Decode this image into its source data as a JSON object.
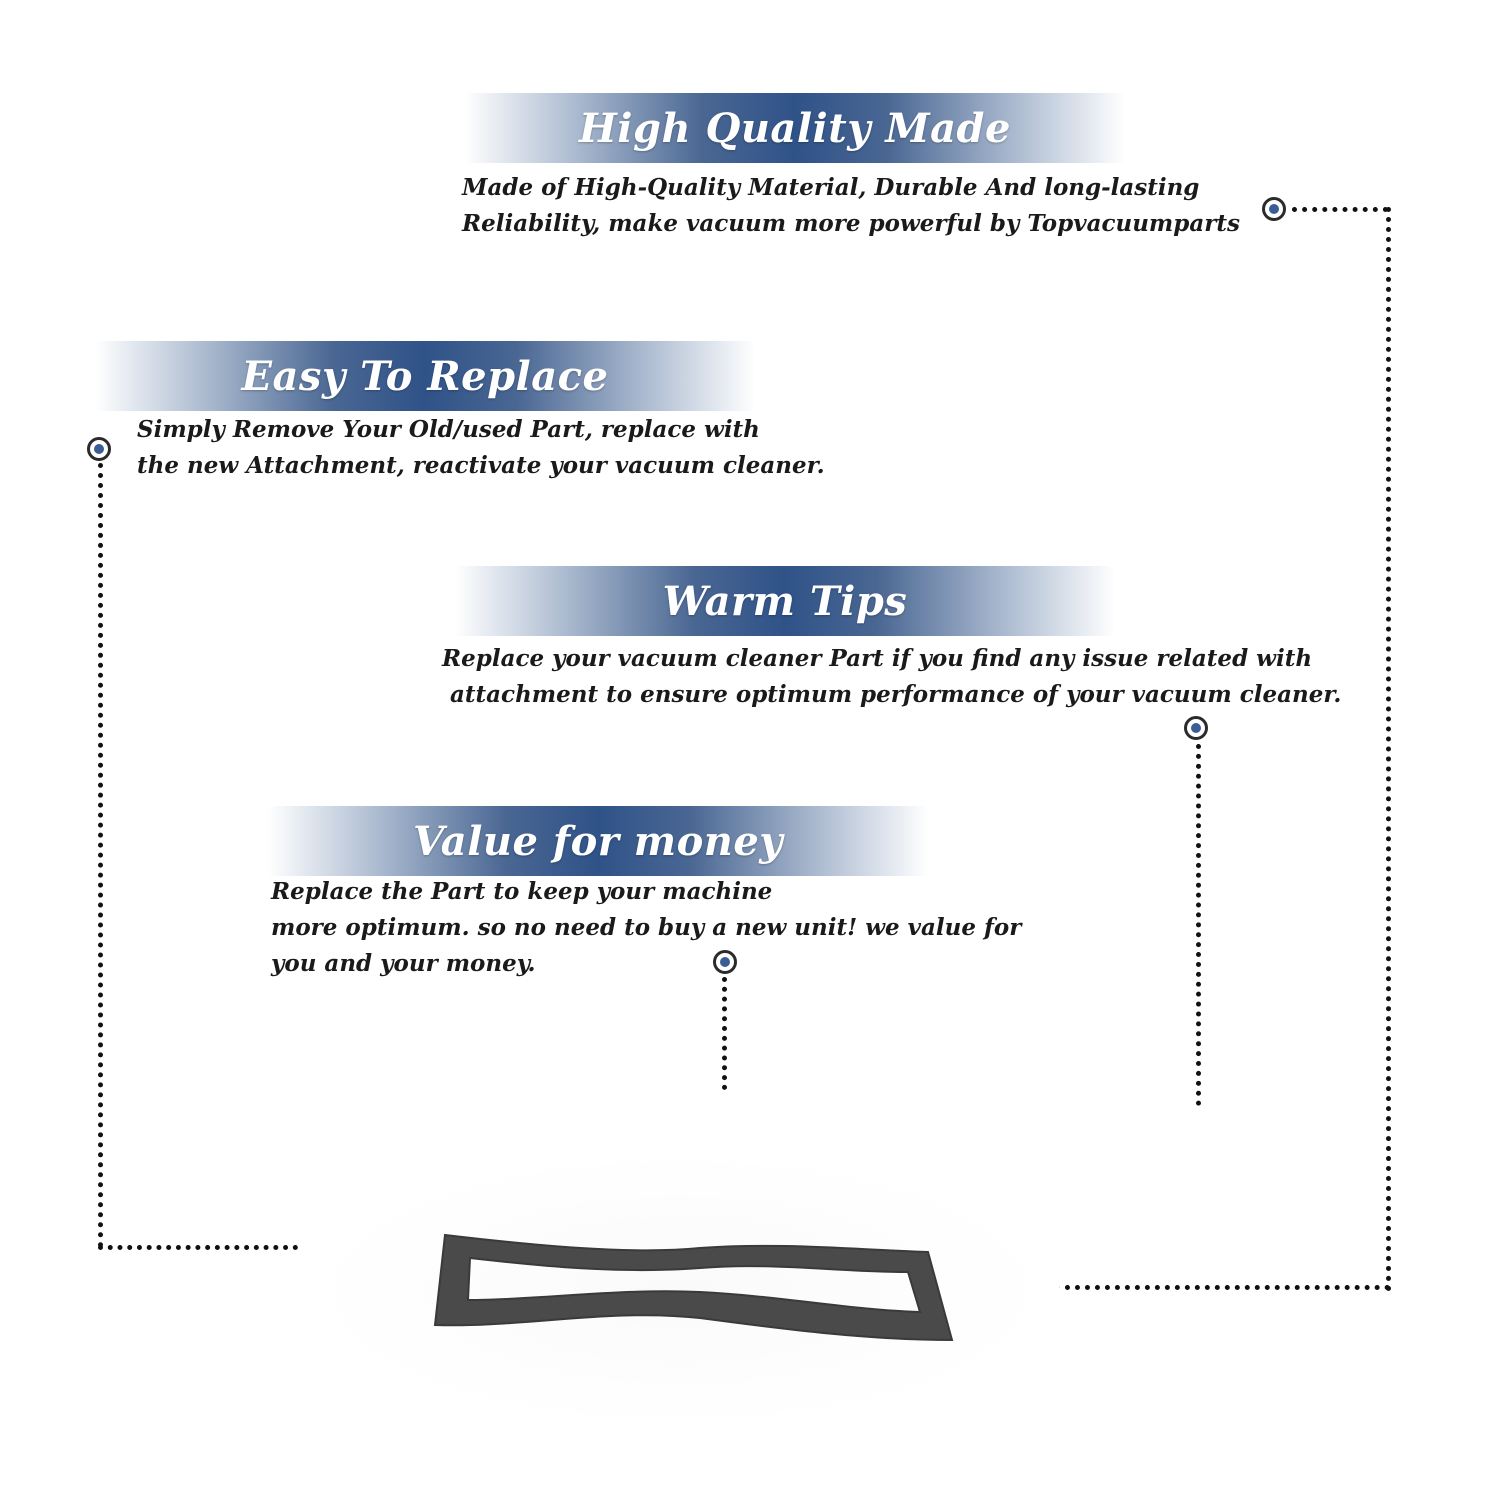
{
  "sections": [
    {
      "title": "High Quality Made",
      "lines": [
        "Made of  High-Quality Material, Durable And long-lasting",
        "Reliability, make vacuum more powerful by Topvacuumparts"
      ]
    },
    {
      "title": "Easy To Replace",
      "lines": [
        "Simply Remove Your Old/used Part, replace with",
        "the new Attachment, reactivate your vacuum cleaner."
      ]
    },
    {
      "title": "Warm Tips",
      "lines": [
        "Replace your vacuum cleaner Part if you find any issue related with",
        " attachment to ensure optimum performance of your vacuum cleaner."
      ]
    },
    {
      "title": "Value for money",
      "lines": [
        "Replace the Part to keep your machine",
        "more optimum. so no need to buy a new unit! we value for",
        "you and your money."
      ]
    }
  ],
  "colors": {
    "banner_dark": "#2f5288",
    "marker": "#3a5d96",
    "gasket": "#4a4a4a"
  }
}
